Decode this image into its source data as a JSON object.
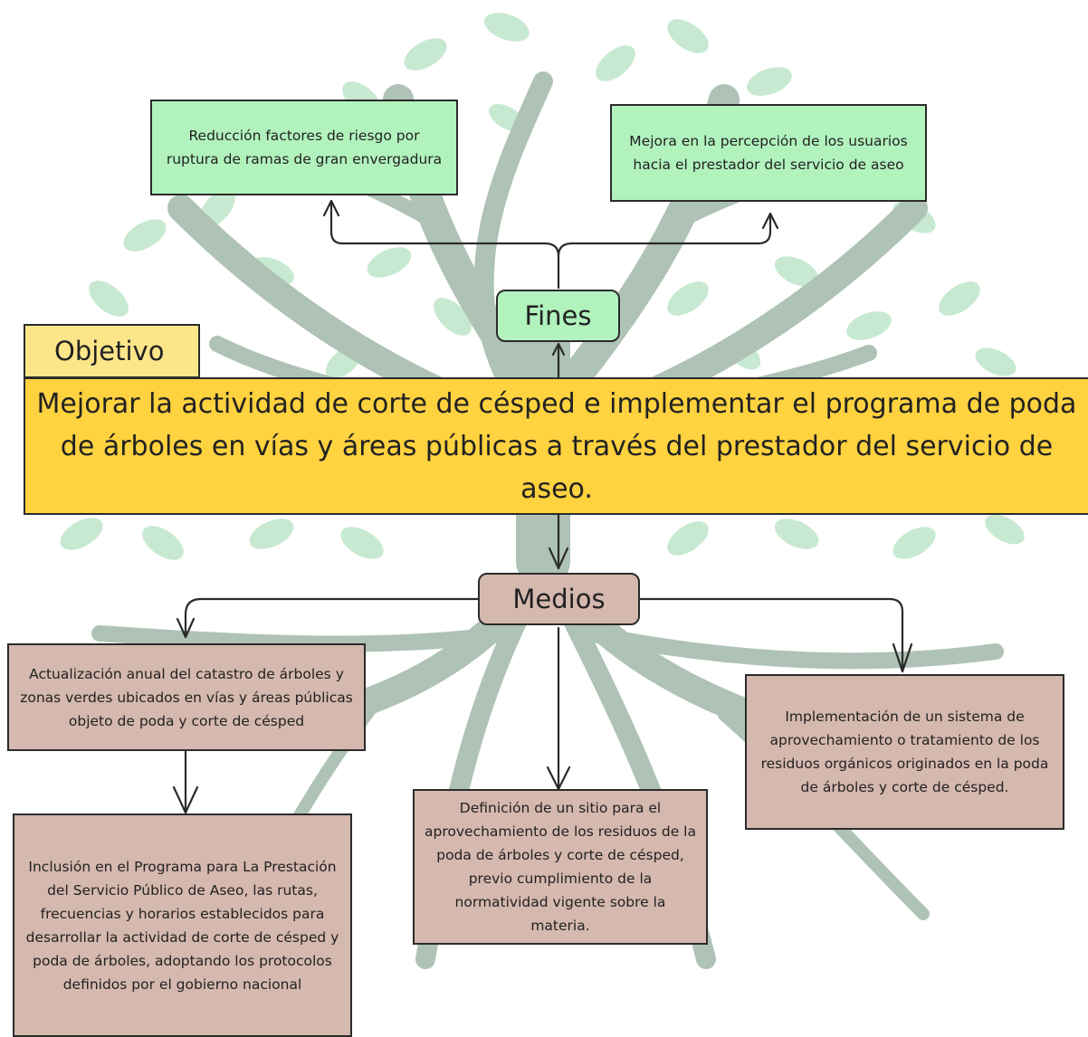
{
  "labels": {
    "objetivo": "Objetivo",
    "fines": "Fines",
    "medios": "Medios"
  },
  "objective": "Mejorar la actividad de corte de césped e implementar el programa de poda de árboles en vías y áreas públicas a través del prestador del servicio de aseo.",
  "fines": [
    "Reducción factores de riesgo por ruptura de ramas de gran envergadura",
    "Mejora en la percepción de los usuarios hacia el prestador del servicio de aseo"
  ],
  "medios": [
    "Actualización anual del catastro de árboles y zonas verdes ubicados en vías y áreas públicas objeto de poda y corte de césped",
    "Inclusión en el Programa para La Prestación del Servicio Público de Aseo, las rutas, frecuencias y horarios establecidos para desarrollar la actividad de corte de césped y poda de árboles, adoptando los protocolos definidos por el gobierno nacional",
    "Definición de un sitio para el aprovechamiento de los residuos de la poda de árboles y corte de césped, previo cumplimiento de la normatividad vigente sobre la materia.",
    "Implementación de un sistema de aprovechamiento o tratamiento de los residuos orgánicos originados en la poda de árboles y corte de césped."
  ],
  "colors": {
    "fines_fill": "#b1f2bd",
    "medios_fill": "#d5b8ae",
    "objective_fill": "#ffd23f",
    "objetivo_tag_fill": "#fde68a",
    "tree_trunk": "#a9bfb1",
    "tree_leaf": "#bfe3c8"
  }
}
